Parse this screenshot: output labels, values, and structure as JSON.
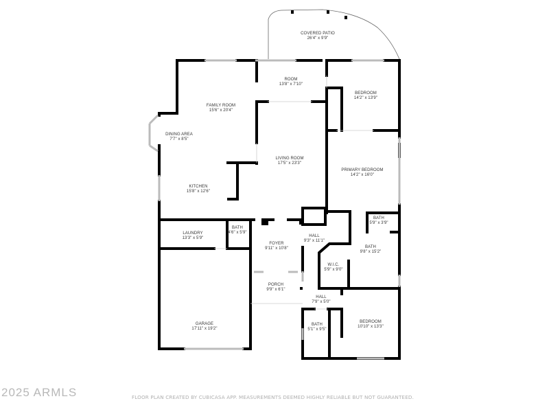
{
  "rooms": {
    "covered_patio": {
      "name": "COVERED PATIO",
      "dim": "26'4\" x 9'9\""
    },
    "room": {
      "name": "ROOM",
      "dim": "13'8\" x 7'10\""
    },
    "bedroom_1": {
      "name": "BEDROOM",
      "dim": "14'2\" x 13'9\""
    },
    "family_room": {
      "name": "FAMILY ROOM",
      "dim": "15'6\" x 20'4\""
    },
    "dining_area": {
      "name": "DINING AREA",
      "dim": "7'7\" x 8'5\""
    },
    "living_room": {
      "name": "LIVING ROOM",
      "dim": "17'5\" x 23'3\""
    },
    "primary_bedroom": {
      "name": "PRIMARY BEDROOM",
      "dim": "14'2\" x 16'0\""
    },
    "kitchen": {
      "name": "KITCHEN",
      "dim": "15'8\" x 12'6\""
    },
    "bath_small_primary": {
      "name": "BATH",
      "dim": "5'9\" x 3'9\""
    },
    "laundry": {
      "name": "LAUNDRY",
      "dim": "13'3\" x 5'9\""
    },
    "bath_hall": {
      "name": "BATH",
      "dim": "4'6\" x 5'9\""
    },
    "hall_1": {
      "name": "HALL",
      "dim": "9'3\" x 11'1\""
    },
    "foyer": {
      "name": "FOYER",
      "dim": "9'11\" x 10'8\""
    },
    "bath_primary": {
      "name": "BATH",
      "dim": "9'8\" x 15'2\""
    },
    "wic": {
      "name": "W.I.C.",
      "dim": "5'9\" x 9'0\""
    },
    "porch": {
      "name": "PORCH",
      "dim": "9'9\" x 6'1\""
    },
    "hall_2": {
      "name": "HALL",
      "dim": "7'9\" x 5'0\""
    },
    "garage": {
      "name": "GARAGE",
      "dim": "17'11\" x 19'2\""
    },
    "bath_2": {
      "name": "BATH",
      "dim": "5'1\" x 9'5\""
    },
    "bedroom_2": {
      "name": "BEDROOM",
      "dim": "10'10\" x 13'3\""
    }
  },
  "footer": {
    "watermark": "2025 ARMLS",
    "disclaimer": "FLOOR PLAN CREATED BY CUBICASA APP. MEASUREMENTS DEEMED HIGHLY RELIABLE BUT NOT GUARANTEED."
  },
  "colors": {
    "wall": "#000000",
    "window": "#c8c8c8",
    "text": "#333333",
    "watermark": "#b8b8b8"
  }
}
